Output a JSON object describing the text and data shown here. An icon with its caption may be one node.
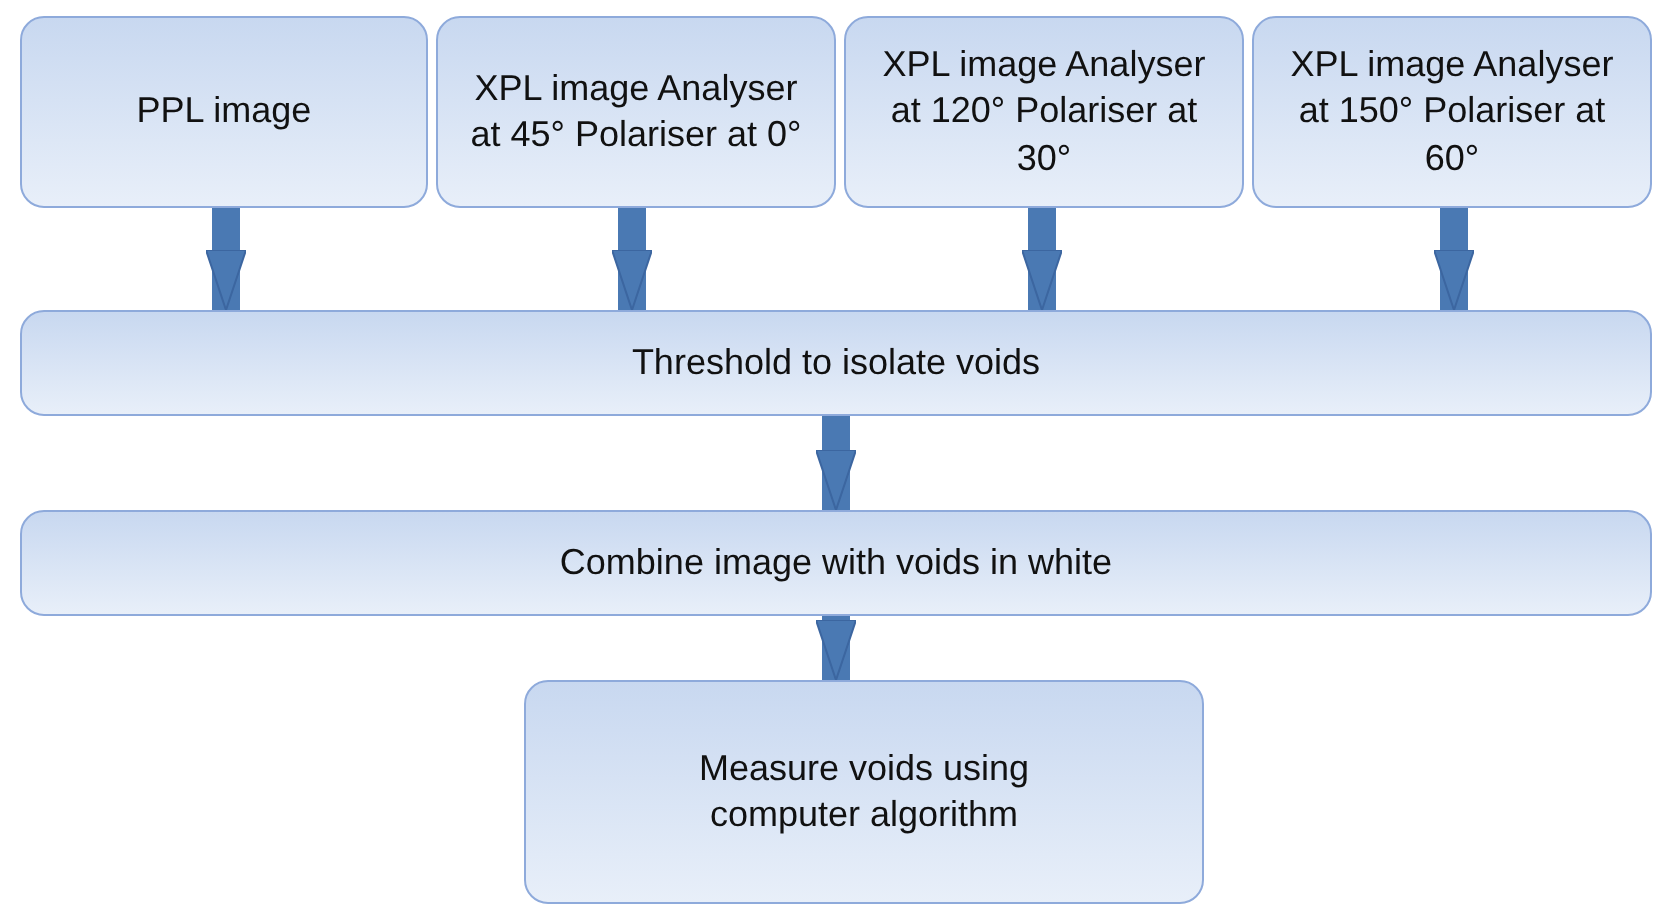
{
  "diagram": {
    "nodes": [
      {
        "text": [
          "PPL image"
        ]
      },
      {
        "text": [
          "XPL image Analyser at 45° Polariser at 0°"
        ]
      },
      {
        "text": [
          "XPL image Analyser at 120° Polariser at 30°"
        ]
      },
      {
        "text": [
          "XPL image Analyser at 150° Polariser at 60°"
        ]
      },
      {
        "text": [
          "Threshold to isolate voids"
        ]
      },
      {
        "text": [
          "Combine image with voids in white"
        ]
      },
      {
        "text": [
          "Measure voids using computer algorithm"
        ]
      }
    ],
    "edges": [
      {
        "from": 0,
        "to": 4,
        "arrow": "to"
      },
      {
        "from": 1,
        "to": 4,
        "arrow": "to"
      },
      {
        "from": 2,
        "to": 4,
        "arrow": "to"
      },
      {
        "from": 3,
        "to": 4,
        "arrow": "to"
      },
      {
        "from": 4,
        "to": 5,
        "arrow": "to"
      },
      {
        "from": 5,
        "to": 6,
        "arrow": "to"
      }
    ]
  }
}
